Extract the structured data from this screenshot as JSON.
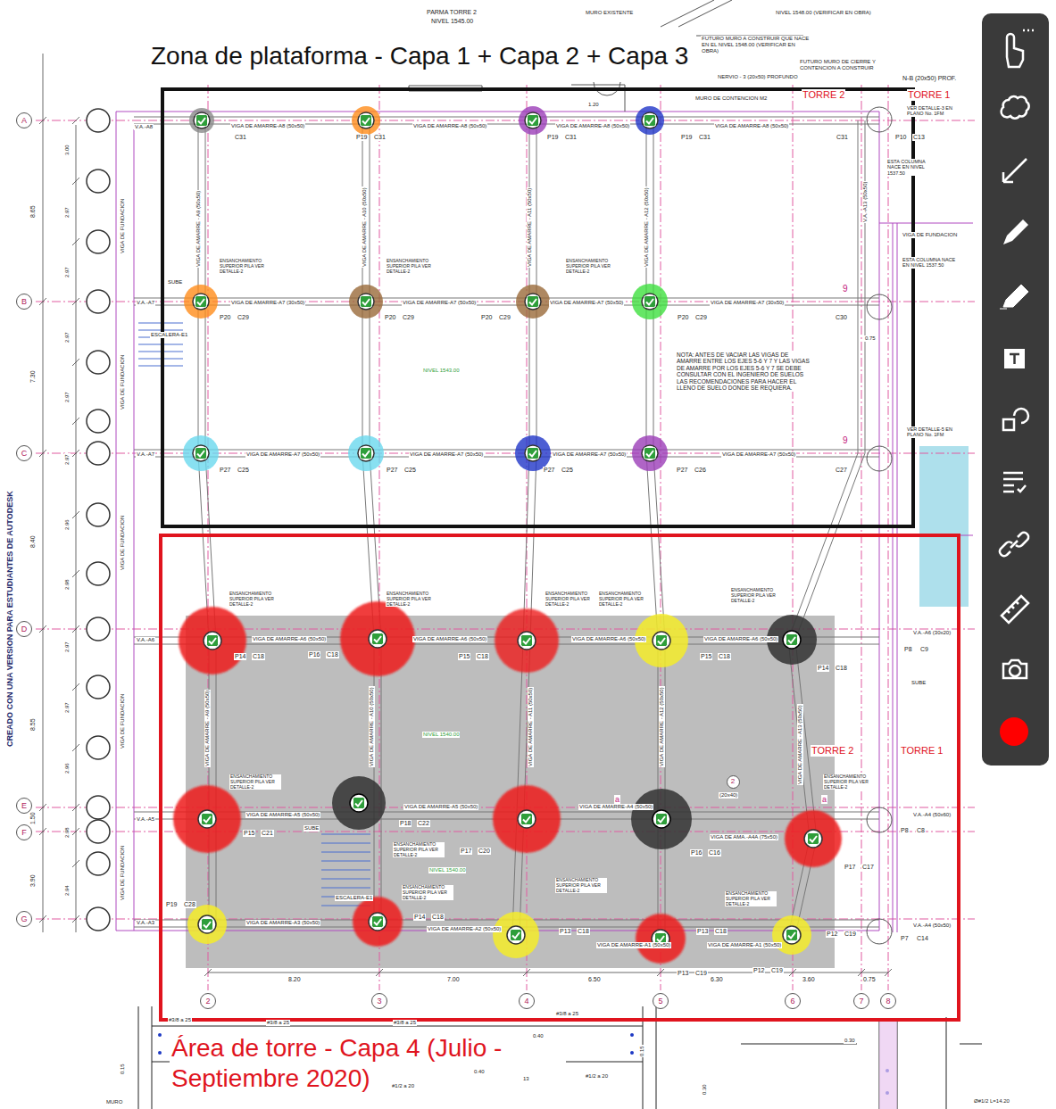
{
  "diagram": {
    "nodes": [
      {
        "text": [
          "Zona de plataforma - Capa 1 + Capa 2 + Capa 3"
        ]
      },
      {
        "text": [
          "Área de torre - Capa 4 (Julio - Septiembre 2020)"
        ]
      },
      {
        "text": [
          "A"
        ]
      },
      {
        "text": [
          "B"
        ]
      },
      {
        "text": [
          "C"
        ]
      },
      {
        "text": [
          "D"
        ]
      },
      {
        "text": [
          "E"
        ]
      },
      {
        "text": [
          "F"
        ]
      },
      {
        "text": [
          "G"
        ]
      },
      {
        "text": [
          "2"
        ]
      },
      {
        "text": [
          "3"
        ]
      },
      {
        "text": [
          "4"
        ]
      },
      {
        "text": [
          "5"
        ]
      },
      {
        "text": [
          "6"
        ]
      },
      {
        "text": [
          "7"
        ]
      },
      {
        "text": [
          "8"
        ]
      },
      {
        "text": [
          "2"
        ],
        "in": 1
      }
    ],
    "labels": [
      "PARMA TORRE 2",
      "NIVEL 1545.00",
      "MURO EXISTENTE",
      "NIVEL 1548.00 (VERIFICAR EN OBRA)",
      "FUTURO MURO A CONSTRUIR QUE NACE EN EL NIVEL 1548.00 (VERIFICAR EN OBRA)",
      "FUTURO MURO DE CIERRE Y CONTENCION A CONSTRUIR",
      "NERVIO - 3 (20x50) PROFUNDO",
      "N-B (20x50) PROF.",
      "MURO DE CONTENCION M2",
      "TORRE 2",
      "TORRE 1",
      "1.20",
      "V.A.-A8",
      "VIGA DE AMARRE-A8 (50x50)",
      "VIGA DE AMARRE-A8 (50x50)",
      "VIGA DE AMARRE-A8 (50x50)",
      "VIGA DE AMARRE-A8 (50x50)",
      "C31",
      "P19",
      "C31",
      "P19",
      "C31",
      "P19",
      "C31",
      "C31",
      "P10",
      "C13",
      "ENSANCHAMIENTO SUPERIOR PILA VER DETALLE-2",
      "ENSANCHAMIENTO SUPERIOR PILA VER DETALLE-2",
      "ENSANCHAMIENTO SUPERIOR PILA VER DETALLE-2",
      "SUBE",
      "V.A.-A7",
      "VIGA DE AMARRE-A7 (30x50)",
      "VIGA DE AMARRE-A7 (50x50)",
      "VIGA DE AMARRE-A7 (50x50)",
      "VIGA DE AMARRE-A7 (30x50)",
      "P20",
      "C29",
      "P20",
      "C29",
      "P20",
      "C29",
      "P20",
      "C29",
      "C30",
      "ESCALERA-E1",
      "NOTA: ANTES DE VACIAR LAS VIGAS DE AMARRE ENTRE LOS EJES 5-6 Y 7 Y LAS VIGAS DE AMARRE POR LOS EJES 5-6 Y 7 SE DEBE CONSULTAR CON EL INGENIERO DE SUELOS LAS RECOMENDACIONES PARA HACER EL LLENO DE SUELO DONDE SE REQUIERA.",
      "NIVEL 1543.00",
      "V.A.-A7",
      "VIGA DE AMARRE-A7 (50x50)",
      "VIGA DE AMARRE-A7 (50x50)",
      "VIGA DE AMARRE-A7 (50x50)",
      "VIGA DE AMARRE-A7 (50x50)",
      "P27",
      "C25",
      "P27",
      "C25",
      "P27",
      "C25",
      "P27",
      "C26",
      "C27",
      "9",
      "9",
      "VIGA DE AMARRE - A9 (50x50)",
      "VIGA DE AMARRE - A10 (50x50)",
      "VIGA DE AMARRE - A11 (50x50)",
      "VIGA DE AMARRE - A12 (50x50)",
      "V.A.-A13 (50x50)",
      "VIGA DE FUNDACION",
      "VIGA DE FUNDACION",
      "VIGA DE FUNDACION",
      "VIGA DE FUNDACION",
      "VIGA DE FUNDACION",
      "ENSANCHAMIENTO SUPERIOR PILA VER DETALLE-2",
      "ENSANCHAMIENTO SUPERIOR PILA VER DETALLE-2",
      "ENSANCHAMIENTO SUPERIOR PILA VER DETALLE-2",
      "ENSANCHAMIENTO SUPERIOR PILA VER DETALLE-2",
      "ENSANCHAMIENTO SUPERIOR PILA VER DETALLE-2",
      "ENSANCHAMIENTO SUPERIOR PILA VER DETALLE-2",
      "ENSANCHAMIENTO SUPERIOR PILA VER DETALLE-2",
      "ENSANCHAMIENTO SUPERIOR PILA VER DETALLE-2",
      "ENSANCHAMIENTO SUPERIOR PILA VER DETALLE-2",
      "ENSANCHAMIENTO SUPERIOR PILA VER DETALLE-2",
      "ENSANCHAMIENTO SUPERIOR PILA VER DETALLE-2",
      "V.A.-A6",
      "VIGA DE AMARRE-A6 (50x50)",
      "VIGA DE AMARRE-A6 (50x50)",
      "VIGA DE AMARRE-A6 (50x50)",
      "VIGA DE AMARRE-A6 (50x50)",
      "P14",
      "C18",
      "P16",
      "C18",
      "P15",
      "C18",
      "P15",
      "C18",
      "P14",
      "C18",
      "V.A.-A5",
      "VIGA DE AMARRE-A5 (50x50)",
      "VIGA DE AMARRE-A5 (50x50)",
      "VIGA DE AMARRE-A4 (50x50)",
      "VIGA DE AMA.-A4A (75x50)",
      "P15",
      "C21",
      "P18",
      "C22",
      "P17",
      "C20",
      "P16",
      "C16",
      "P17",
      "C17",
      "V.A.-A3",
      "VIGA DE AMARRE-A3 (50x50)",
      "VIGA DE AMARRE-A2 (50x50)",
      "VIGA DE AMARRE-A1 (50x50)",
      "VIGA DE AMARRE-A1 (50x50)",
      "P19",
      "C28",
      "P14",
      "C18",
      "P13",
      "C18",
      "P13",
      "C18",
      "P12",
      "C19",
      "P12",
      "C19",
      "P13",
      "C19",
      "ESCALERA-E1",
      "NIVEL 1540.00",
      "NIVEL 1540.00",
      "TORRE 2",
      "TORRE 1",
      "V.A.-A6 (30x20)",
      "V.A.-A4 (50x60)",
      "V.A.-A4 (50x50)",
      "P8",
      "C9",
      "P8",
      "C8",
      "P7",
      "C14",
      "SUBE",
      "SUBE",
      "VIGA DE FUNDACION",
      "ESTA COLUMNA NACE EN NIVEL 1537.50",
      "VER DETALLE-3 EN PLANO No. 1FM",
      "ESTA COLUMNA NACE EN NIVEL 1537.50",
      "VER DETALLE-5 EN PLANO No. 1FM",
      "VIGA DE AMARRE - A9 (50x50)",
      "VIGA DE AMARRE - A10 (50x50)",
      "VIGA DE AMARRE - A11 (50x50)",
      "VIGA DE AMARRE - A12 (50x50)",
      "VIGA DE AMARRE - A13 (50x50)",
      "CREADO CON UNA VERSION PARA ESTUDIANTES DE AUTODESK",
      "8.65",
      "7.30",
      "8.40",
      "8.55",
      "1.50",
      "3.90",
      "3.00",
      "2.97",
      "2.97",
      "2.97",
      "2.97",
      "2.97",
      "2.96",
      "2.98",
      "2.97",
      "2.97",
      "2.96",
      "2.98",
      "2.94",
      "8.20",
      "7.00",
      "6.50",
      "6.30",
      "3.60",
      "0.75",
      "#3/8 a 25",
      "#3/8 a 25",
      "#3/8 a 25",
      "#3/8 a 25",
      "0.40",
      "0.40",
      "#1/2 a 20",
      "#1/2 a 20",
      "0.15",
      "0.15",
      "0.30",
      "0.30",
      "MURO",
      "13",
      "Ø#1/2 L=14.20",
      "a",
      "a",
      "(20x40)",
      "0.75"
    ]
  }
}
